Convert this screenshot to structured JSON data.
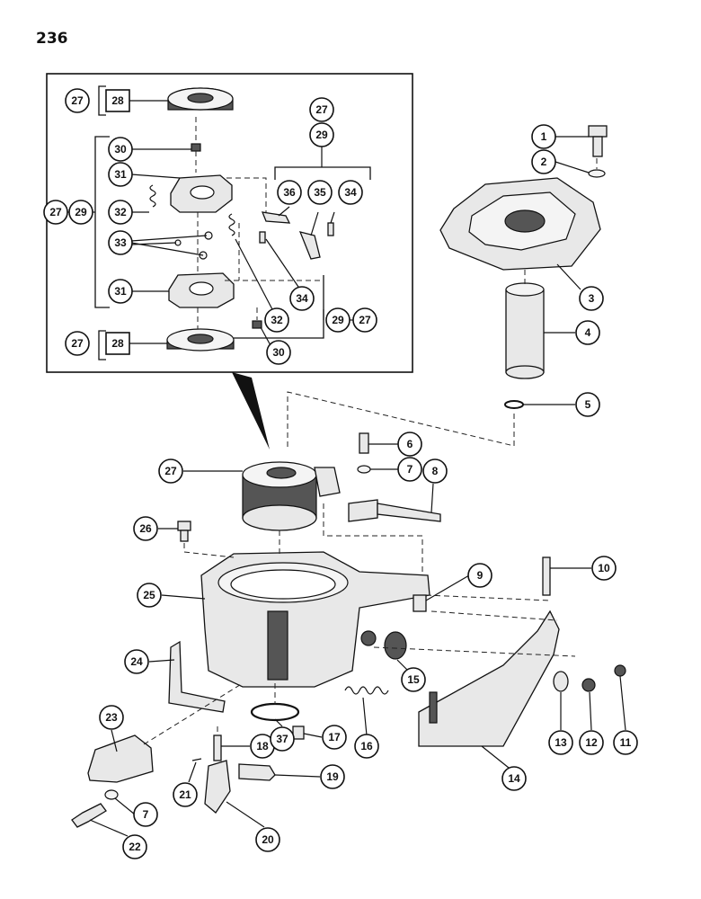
{
  "page_number": "236",
  "callouts": {
    "c1": "1",
    "c2": "2",
    "c3": "3",
    "c4": "4",
    "c5": "5",
    "c6": "6",
    "c7a": "7",
    "c7b": "7",
    "c8": "8",
    "c9": "9",
    "c10": "10",
    "c11": "11",
    "c12": "12",
    "c13": "13",
    "c14": "14",
    "c15": "15",
    "c16": "16",
    "c17": "17",
    "c18": "18",
    "c19": "19",
    "c20": "20",
    "c21": "21",
    "c22": "22",
    "c23": "23",
    "c24": "24",
    "c25": "25",
    "c26": "26",
    "c27main": "27",
    "c37": "37",
    "i27a": "27",
    "i28a": "28",
    "i27b": "27",
    "i29b": "29",
    "i30a": "30",
    "i31a": "31",
    "i27c": "27",
    "i29c": "29",
    "i32a": "32",
    "i33": "33",
    "i36": "36",
    "i35": "35",
    "i34a": "34",
    "i34b": "34",
    "i32b": "32",
    "i31b": "31",
    "i29d": "29",
    "i27d": "27",
    "i27e": "27",
    "i28b": "28",
    "i30b": "30"
  }
}
